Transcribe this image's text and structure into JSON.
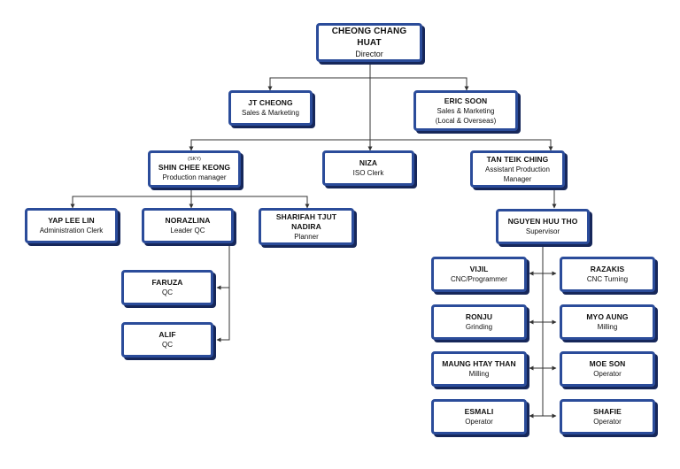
{
  "director": {
    "name": "CHEONG CHANG HUAT",
    "role": "Director"
  },
  "jt_cheong": {
    "name": "JT CHEONG",
    "role": "Sales & Marketing"
  },
  "eric_soon": {
    "name": "ERIC  SOON",
    "role": "Sales & Marketing",
    "role2": "(Local & Overseas)"
  },
  "shin_chee_keong": {
    "tag": "(SKY)",
    "name": "SHIN CHEE KEONG",
    "role": "Production manager"
  },
  "niza": {
    "name": "NIZA",
    "role": "ISO Clerk"
  },
  "tan_teik_ching": {
    "name": "TAN TEIK CHING",
    "role": "Assistant Production",
    "role2": "Manager"
  },
  "yap_lee_lin": {
    "name": "YAP LEE LIN",
    "role": "Administration Clerk"
  },
  "norazlina": {
    "name": "NORAZLINA",
    "role": "Leader QC"
  },
  "sharifah": {
    "name": "SHARIFAH TJUT NADIRA",
    "role": "Planner"
  },
  "faruza": {
    "name": "FARUZA",
    "role": "QC"
  },
  "alif": {
    "name": "ALIF",
    "role": "QC"
  },
  "nguyen": {
    "name": "NGUYEN HUU THO",
    "role": "Supervisor"
  },
  "vijil": {
    "name": "VIJIL",
    "role": "CNC/Programmer"
  },
  "razakis": {
    "name": "RAZAKIS",
    "role": "CNC Turning"
  },
  "ronju": {
    "name": "RONJU",
    "role": "Grinding"
  },
  "myo_aung": {
    "name": "MYO AUNG",
    "role": "Milling"
  },
  "maung": {
    "name": "MAUNG HTAY THAN",
    "role": "Milling"
  },
  "moe_son": {
    "name": "MOE SON",
    "role": "Operator"
  },
  "esmali": {
    "name": "ESMALI",
    "role": "Operator"
  },
  "shafie": {
    "name": "SHAFIE",
    "role": "Operator"
  },
  "colors": {
    "border": "#2b4c9a",
    "shadow": "#16275a",
    "line": "#333333"
  }
}
